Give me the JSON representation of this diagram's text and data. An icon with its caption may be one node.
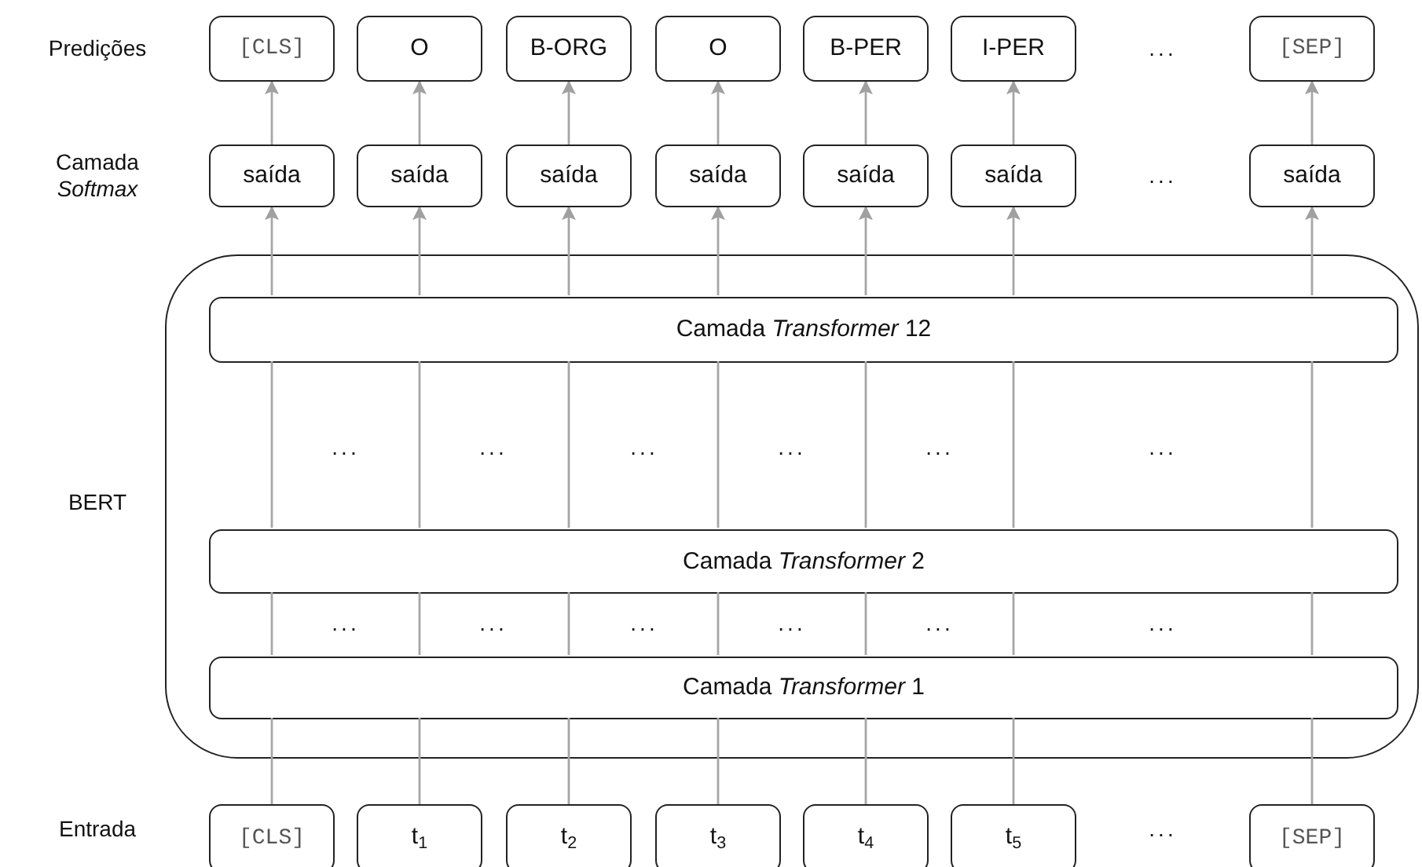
{
  "diagram": {
    "nodes": [
      {
        "text": [
          "[CLS]"
        ]
      },
      {
        "text": [
          "O"
        ]
      },
      {
        "text": [
          "B-ORG"
        ]
      },
      {
        "text": [
          "O"
        ]
      },
      {
        "text": [
          "B-PER"
        ]
      },
      {
        "text": [
          "I-PER"
        ]
      },
      {
        "text": [
          "[SEP]"
        ]
      },
      {
        "text": [
          "saída"
        ]
      },
      {
        "text": [
          "saída"
        ]
      },
      {
        "text": [
          "saída"
        ]
      },
      {
        "text": [
          "saída"
        ]
      },
      {
        "text": [
          "saída"
        ]
      },
      {
        "text": [
          "saída"
        ]
      },
      {
        "text": [
          "saída"
        ]
      },
      {
        "text": [],
        "shape": "box"
      },
      {
        "text": [
          "Camada *Transformer* 12"
        ],
        "in": 14
      },
      {
        "text": [
          "Camada *Transformer* 2"
        ],
        "in": 14
      },
      {
        "text": [
          "Camada *Transformer* 1"
        ],
        "in": 14
      },
      {
        "text": [
          "[CLS]"
        ]
      },
      {
        "text": [
          "t$_{1}$"
        ]
      },
      {
        "text": [
          "t$_{2}$"
        ]
      },
      {
        "text": [
          "t$_{3}$"
        ]
      },
      {
        "text": [
          "t$_{4}$"
        ]
      },
      {
        "text": [
          "t$_{5}$"
        ]
      },
      {
        "text": [
          "[SEP]"
        ]
      }
    ],
    "edges": [
      {
        "from": 18,
        "to": 17,
        "arrow": "none"
      },
      {
        "from": 19,
        "to": 17,
        "arrow": "none"
      },
      {
        "from": 20,
        "to": 17,
        "arrow": "none"
      },
      {
        "from": 21,
        "to": 17,
        "arrow": "none"
      },
      {
        "from": 22,
        "to": 17,
        "arrow": "none"
      },
      {
        "from": 23,
        "to": 17,
        "arrow": "none"
      },
      {
        "from": 24,
        "to": 17,
        "arrow": "none"
      },
      {
        "from": 17,
        "to": 16,
        "arrow": "none"
      },
      {
        "from": 17,
        "to": 16,
        "arrow": "none"
      },
      {
        "from": 17,
        "to": 16,
        "arrow": "none"
      },
      {
        "from": 17,
        "to": 16,
        "arrow": "none"
      },
      {
        "from": 17,
        "to": 16,
        "arrow": "none"
      },
      {
        "from": 17,
        "to": 16,
        "arrow": "none"
      },
      {
        "from": 17,
        "to": 16,
        "arrow": "none"
      },
      {
        "from": 16,
        "to": 15,
        "arrow": "none"
      },
      {
        "from": 16,
        "to": 15,
        "arrow": "none"
      },
      {
        "from": 16,
        "to": 15,
        "arrow": "none"
      },
      {
        "from": 16,
        "to": 15,
        "arrow": "none"
      },
      {
        "from": 16,
        "to": 15,
        "arrow": "none"
      },
      {
        "from": 16,
        "to": 15,
        "arrow": "none"
      },
      {
        "from": 16,
        "to": 15,
        "arrow": "none"
      },
      {
        "from": 15,
        "to": 7,
        "arrow": "to"
      },
      {
        "from": 15,
        "to": 8,
        "arrow": "to"
      },
      {
        "from": 15,
        "to": 9,
        "arrow": "to"
      },
      {
        "from": 15,
        "to": 10,
        "arrow": "to"
      },
      {
        "from": 15,
        "to": 11,
        "arrow": "to"
      },
      {
        "from": 15,
        "to": 12,
        "arrow": "to"
      },
      {
        "from": 15,
        "to": 13,
        "arrow": "to"
      },
      {
        "from": 7,
        "to": 0,
        "arrow": "to"
      },
      {
        "from": 8,
        "to": 1,
        "arrow": "to"
      },
      {
        "from": 9,
        "to": 2,
        "arrow": "to"
      },
      {
        "from": 10,
        "to": 3,
        "arrow": "to"
      },
      {
        "from": 11,
        "to": 4,
        "arrow": "to"
      },
      {
        "from": 12,
        "to": 5,
        "arrow": "to"
      },
      {
        "from": 13,
        "to": 6,
        "arrow": "to"
      }
    ],
    "labels": [
      "Predições",
      "...",
      "Camada *Softmax*",
      "...",
      "BERT",
      "...",
      "...",
      "...",
      "...",
      "...",
      "...",
      "...",
      "...",
      "...",
      "...",
      "...",
      "...",
      "Entrada",
      "..."
    ]
  }
}
